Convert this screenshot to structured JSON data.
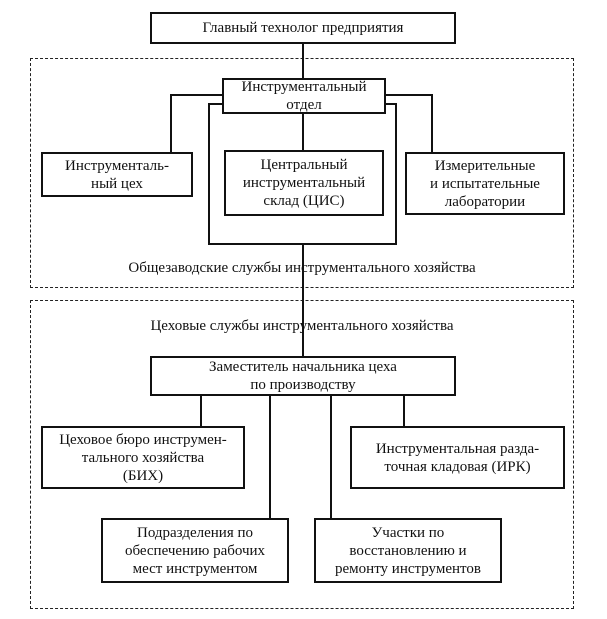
{
  "diagram": {
    "top": {
      "chief": "Главный технолог предприятия"
    },
    "plant_level": {
      "caption": "Общезаводские службы инструментального хозяйства",
      "tool_department": "Инструментальный\nотдел",
      "tool_shop": "Инструменталь-\nный цех",
      "central_warehouse": "Центральный\nинструментальный\nсклад (ЦИС)",
      "labs": "Измерительные\nи испытательные\nлаборатории"
    },
    "shop_level": {
      "caption": "Цеховые службы инструментального хозяйства",
      "deputy_head": "Заместитель начальника цеха\nпо производству",
      "shop_bureau": "Цеховое бюро инструмен-\nтального хозяйства\n(БИХ)",
      "distribution_pantry": "Инструментальная разда-\nточная кладовая (ИРК)",
      "workplace_units": "Подразделения по\nобеспечению рабочих\nмест инструментом",
      "repair_sections": "Участки по\nвосстановлению и\nремонту инструментов"
    }
  }
}
